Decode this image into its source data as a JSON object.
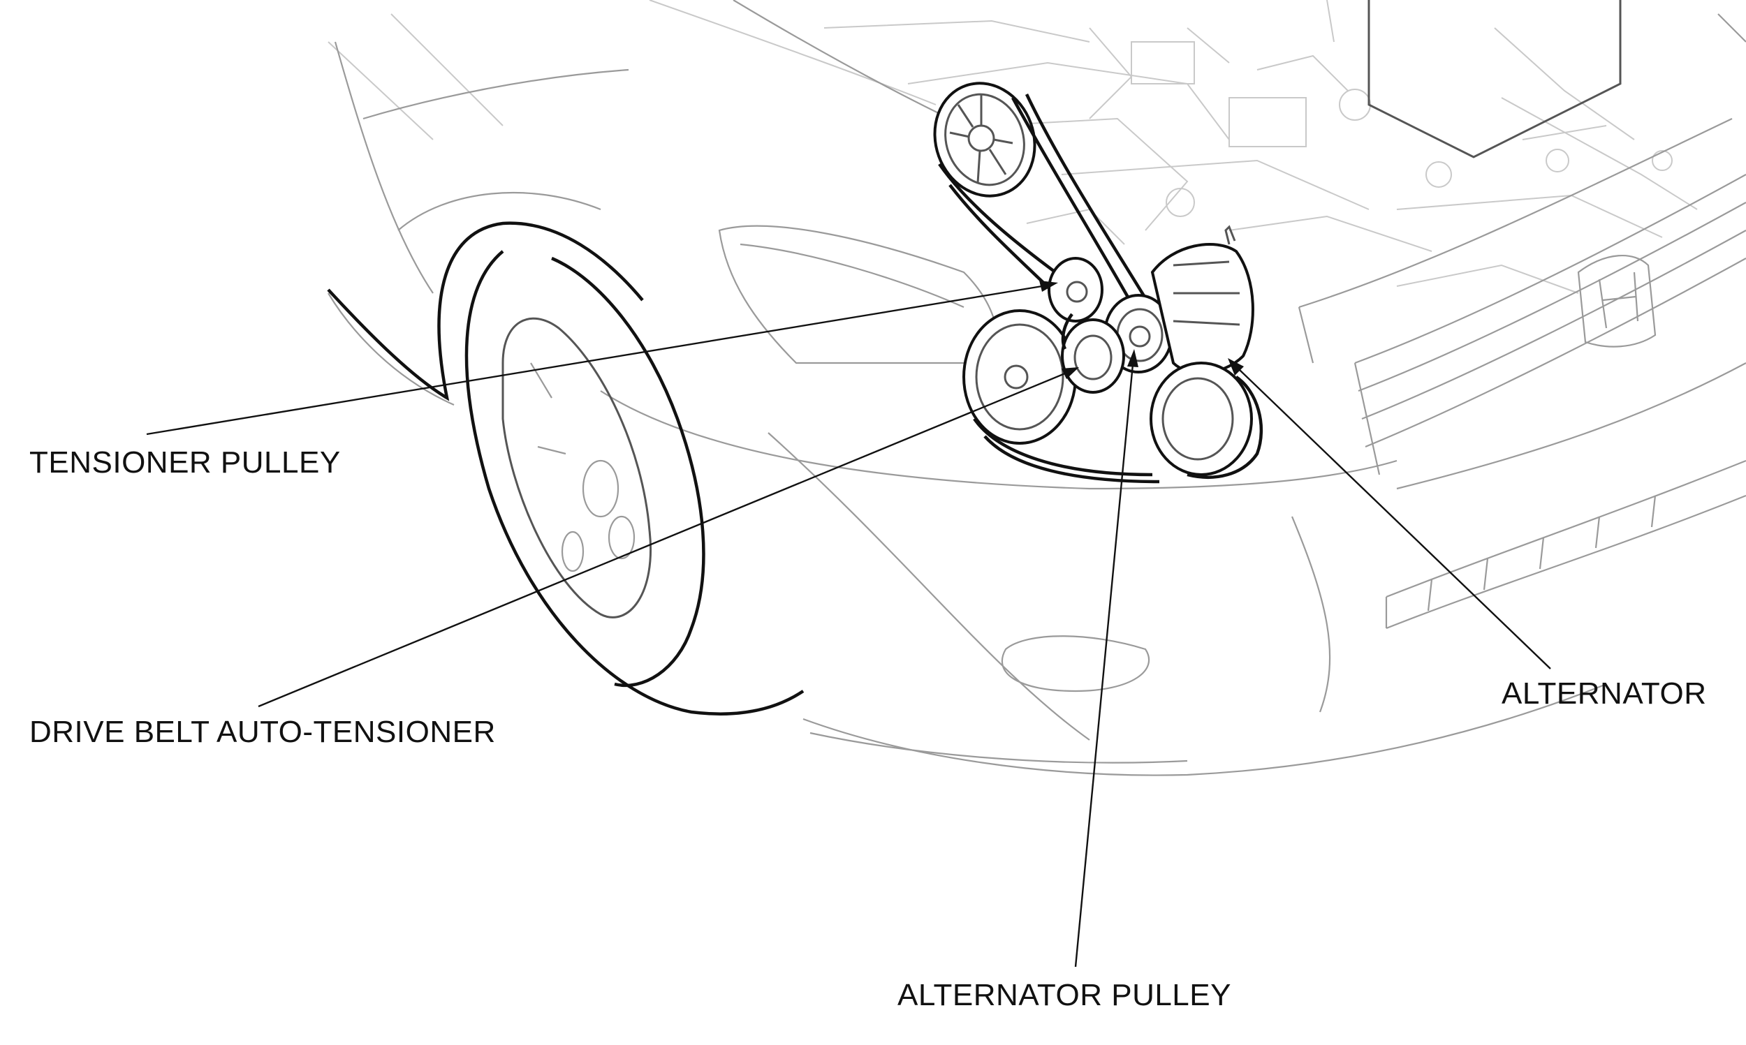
{
  "diagram": {
    "labels": {
      "tensioner_pulley": "TENSIONER PULLEY",
      "drive_belt_auto_tensioner": "DRIVE BELT AUTO-TENSIONER",
      "alternator": "ALTERNATOR",
      "alternator_pulley": "ALTERNATOR PULLEY"
    },
    "colors": {
      "line": "#111111",
      "background": "#ffffff"
    }
  }
}
